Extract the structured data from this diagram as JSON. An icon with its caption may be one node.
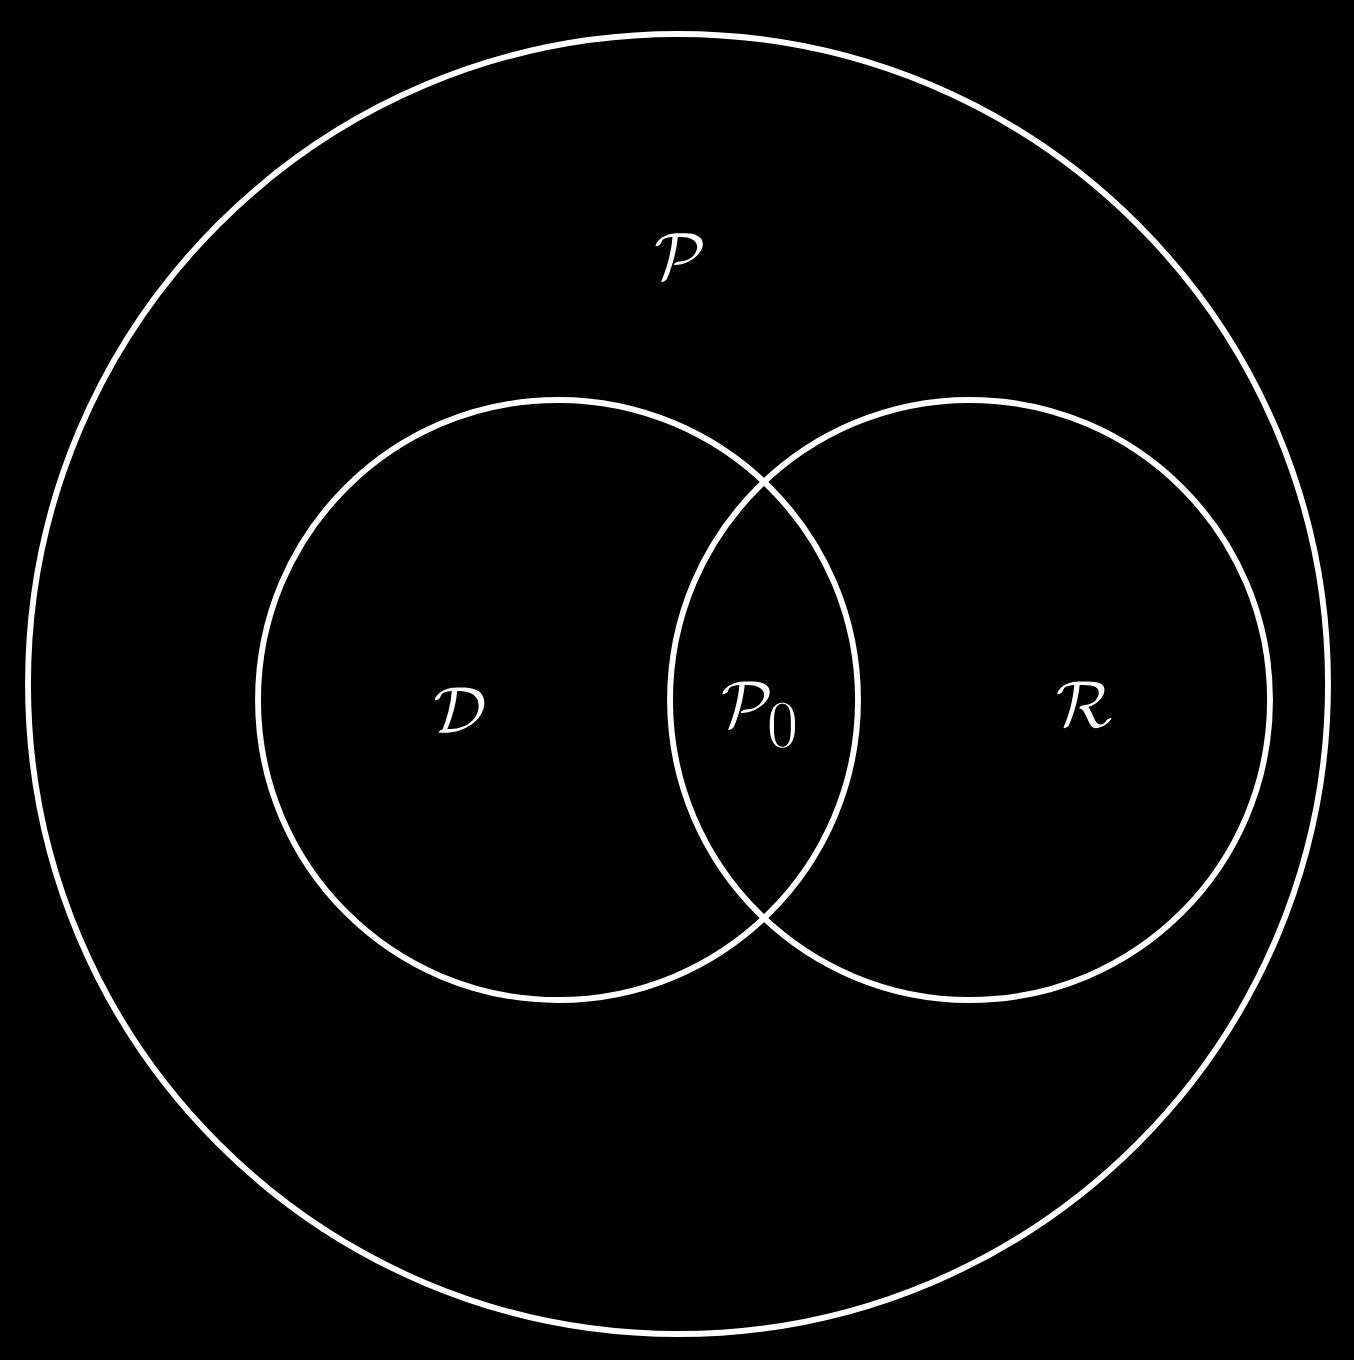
{
  "diagram": {
    "nodes": [
      {
        "text": [
          "\\mathcal{P}"
        ]
      },
      {
        "text": [
          "\\mathcal{D}"
        ],
        "in": 0
      },
      {
        "text": [
          "\\mathcal{R}"
        ],
        "in": 0
      }
    ],
    "labels": [
      "\\mathcal{P}_0"
    ]
  }
}
